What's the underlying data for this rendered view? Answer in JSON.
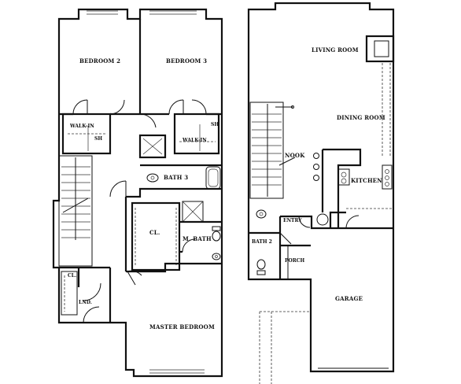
{
  "upper_floor": {
    "rooms": {
      "bedroom2": "BEDROOM 2",
      "bedroom3": "BEDROOM 3",
      "walkin_left": "WALK-IN",
      "walkin_right": "WALK-IN",
      "bath3": "BATH 3",
      "closet_master": "CL.",
      "master_bath": "M. BATH",
      "closet_laundry": "CL.",
      "laundry": "LND.",
      "master_bedroom": "MASTER BEDROOM"
    }
  },
  "lower_floor": {
    "rooms": {
      "living_room": "LIVING ROOM",
      "dining_room": "DINING ROOM",
      "nook": "NOOK",
      "kitchen": "KITCHEN",
      "entry": "ENTRY",
      "bath2": "BATH 2",
      "porch": "PORCH",
      "garage": "GARAGE"
    }
  }
}
